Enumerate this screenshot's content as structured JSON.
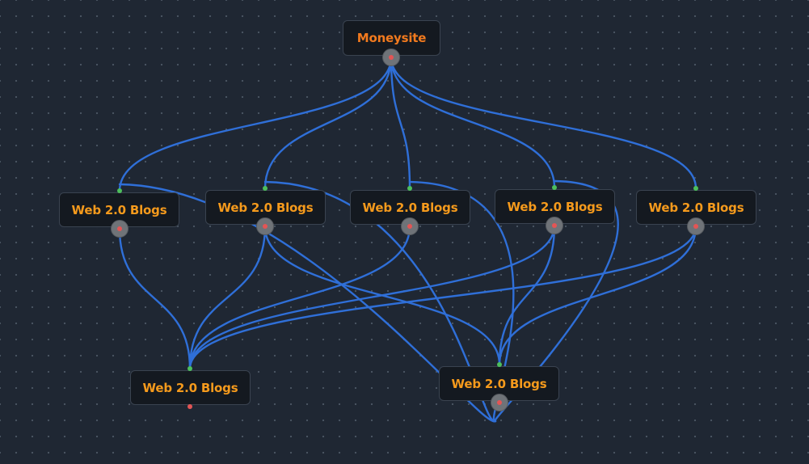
{
  "colors": {
    "edge": "#2f6fd8",
    "node_bg": "#141920",
    "root_label": "#f27a1e",
    "node_label": "#f59a1c",
    "port_in": "#4dbf5c",
    "port_out": "#e35555"
  },
  "nodes": [
    {
      "id": "moneysite",
      "label": "Moneysite"
    },
    {
      "id": "blog1",
      "label": "Web 2.0 Blogs"
    },
    {
      "id": "blog2",
      "label": "Web 2.0 Blogs"
    },
    {
      "id": "blog3",
      "label": "Web 2.0 Blogs"
    },
    {
      "id": "blog4",
      "label": "Web 2.0 Blogs"
    },
    {
      "id": "blog5",
      "label": "Web 2.0 Blogs"
    },
    {
      "id": "blog6",
      "label": "Web 2.0 Blogs"
    },
    {
      "id": "blog7",
      "label": "Web 2.0 Blogs"
    }
  ],
  "edges": [
    {
      "from": "moneysite",
      "to": "blog1"
    },
    {
      "from": "moneysite",
      "to": "blog2"
    },
    {
      "from": "moneysite",
      "to": "blog3"
    },
    {
      "from": "moneysite",
      "to": "blog4"
    },
    {
      "from": "moneysite",
      "to": "blog5"
    },
    {
      "from": "blog1",
      "to": "blog6"
    },
    {
      "from": "blog2",
      "to": "blog6"
    },
    {
      "from": "blog3",
      "to": "blog6"
    },
    {
      "from": "blog4",
      "to": "blog6"
    },
    {
      "from": "blog5",
      "to": "blog6"
    },
    {
      "from": "blog2",
      "to": "blog7"
    },
    {
      "from": "blog4",
      "to": "blog7"
    },
    {
      "from": "blog5",
      "to": "blog7"
    },
    {
      "from": "blog7",
      "to": "blog1"
    },
    {
      "from": "blog7",
      "to": "blog2"
    },
    {
      "from": "blog7",
      "to": "blog3"
    },
    {
      "from": "blog7",
      "to": "blog4"
    }
  ]
}
